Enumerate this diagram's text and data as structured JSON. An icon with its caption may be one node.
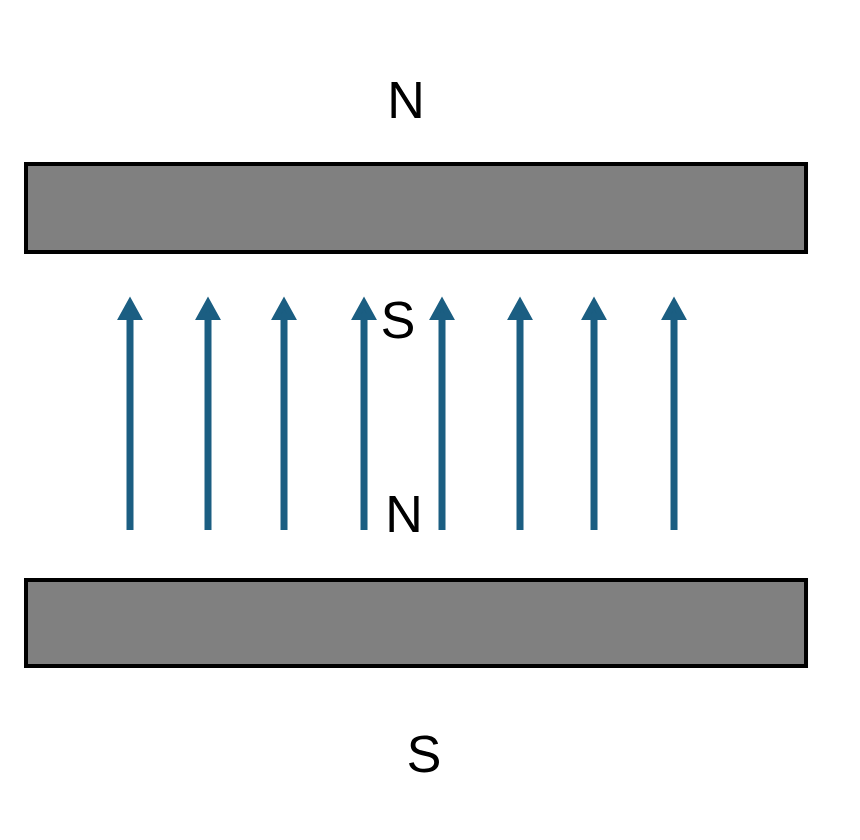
{
  "diagram": {
    "nodes": [
      {
        "text": [],
        "shape": "bar"
      },
      {
        "text": [],
        "shape": "bar"
      }
    ],
    "labels": [
      "N",
      "S",
      "N",
      "S"
    ]
  }
}
